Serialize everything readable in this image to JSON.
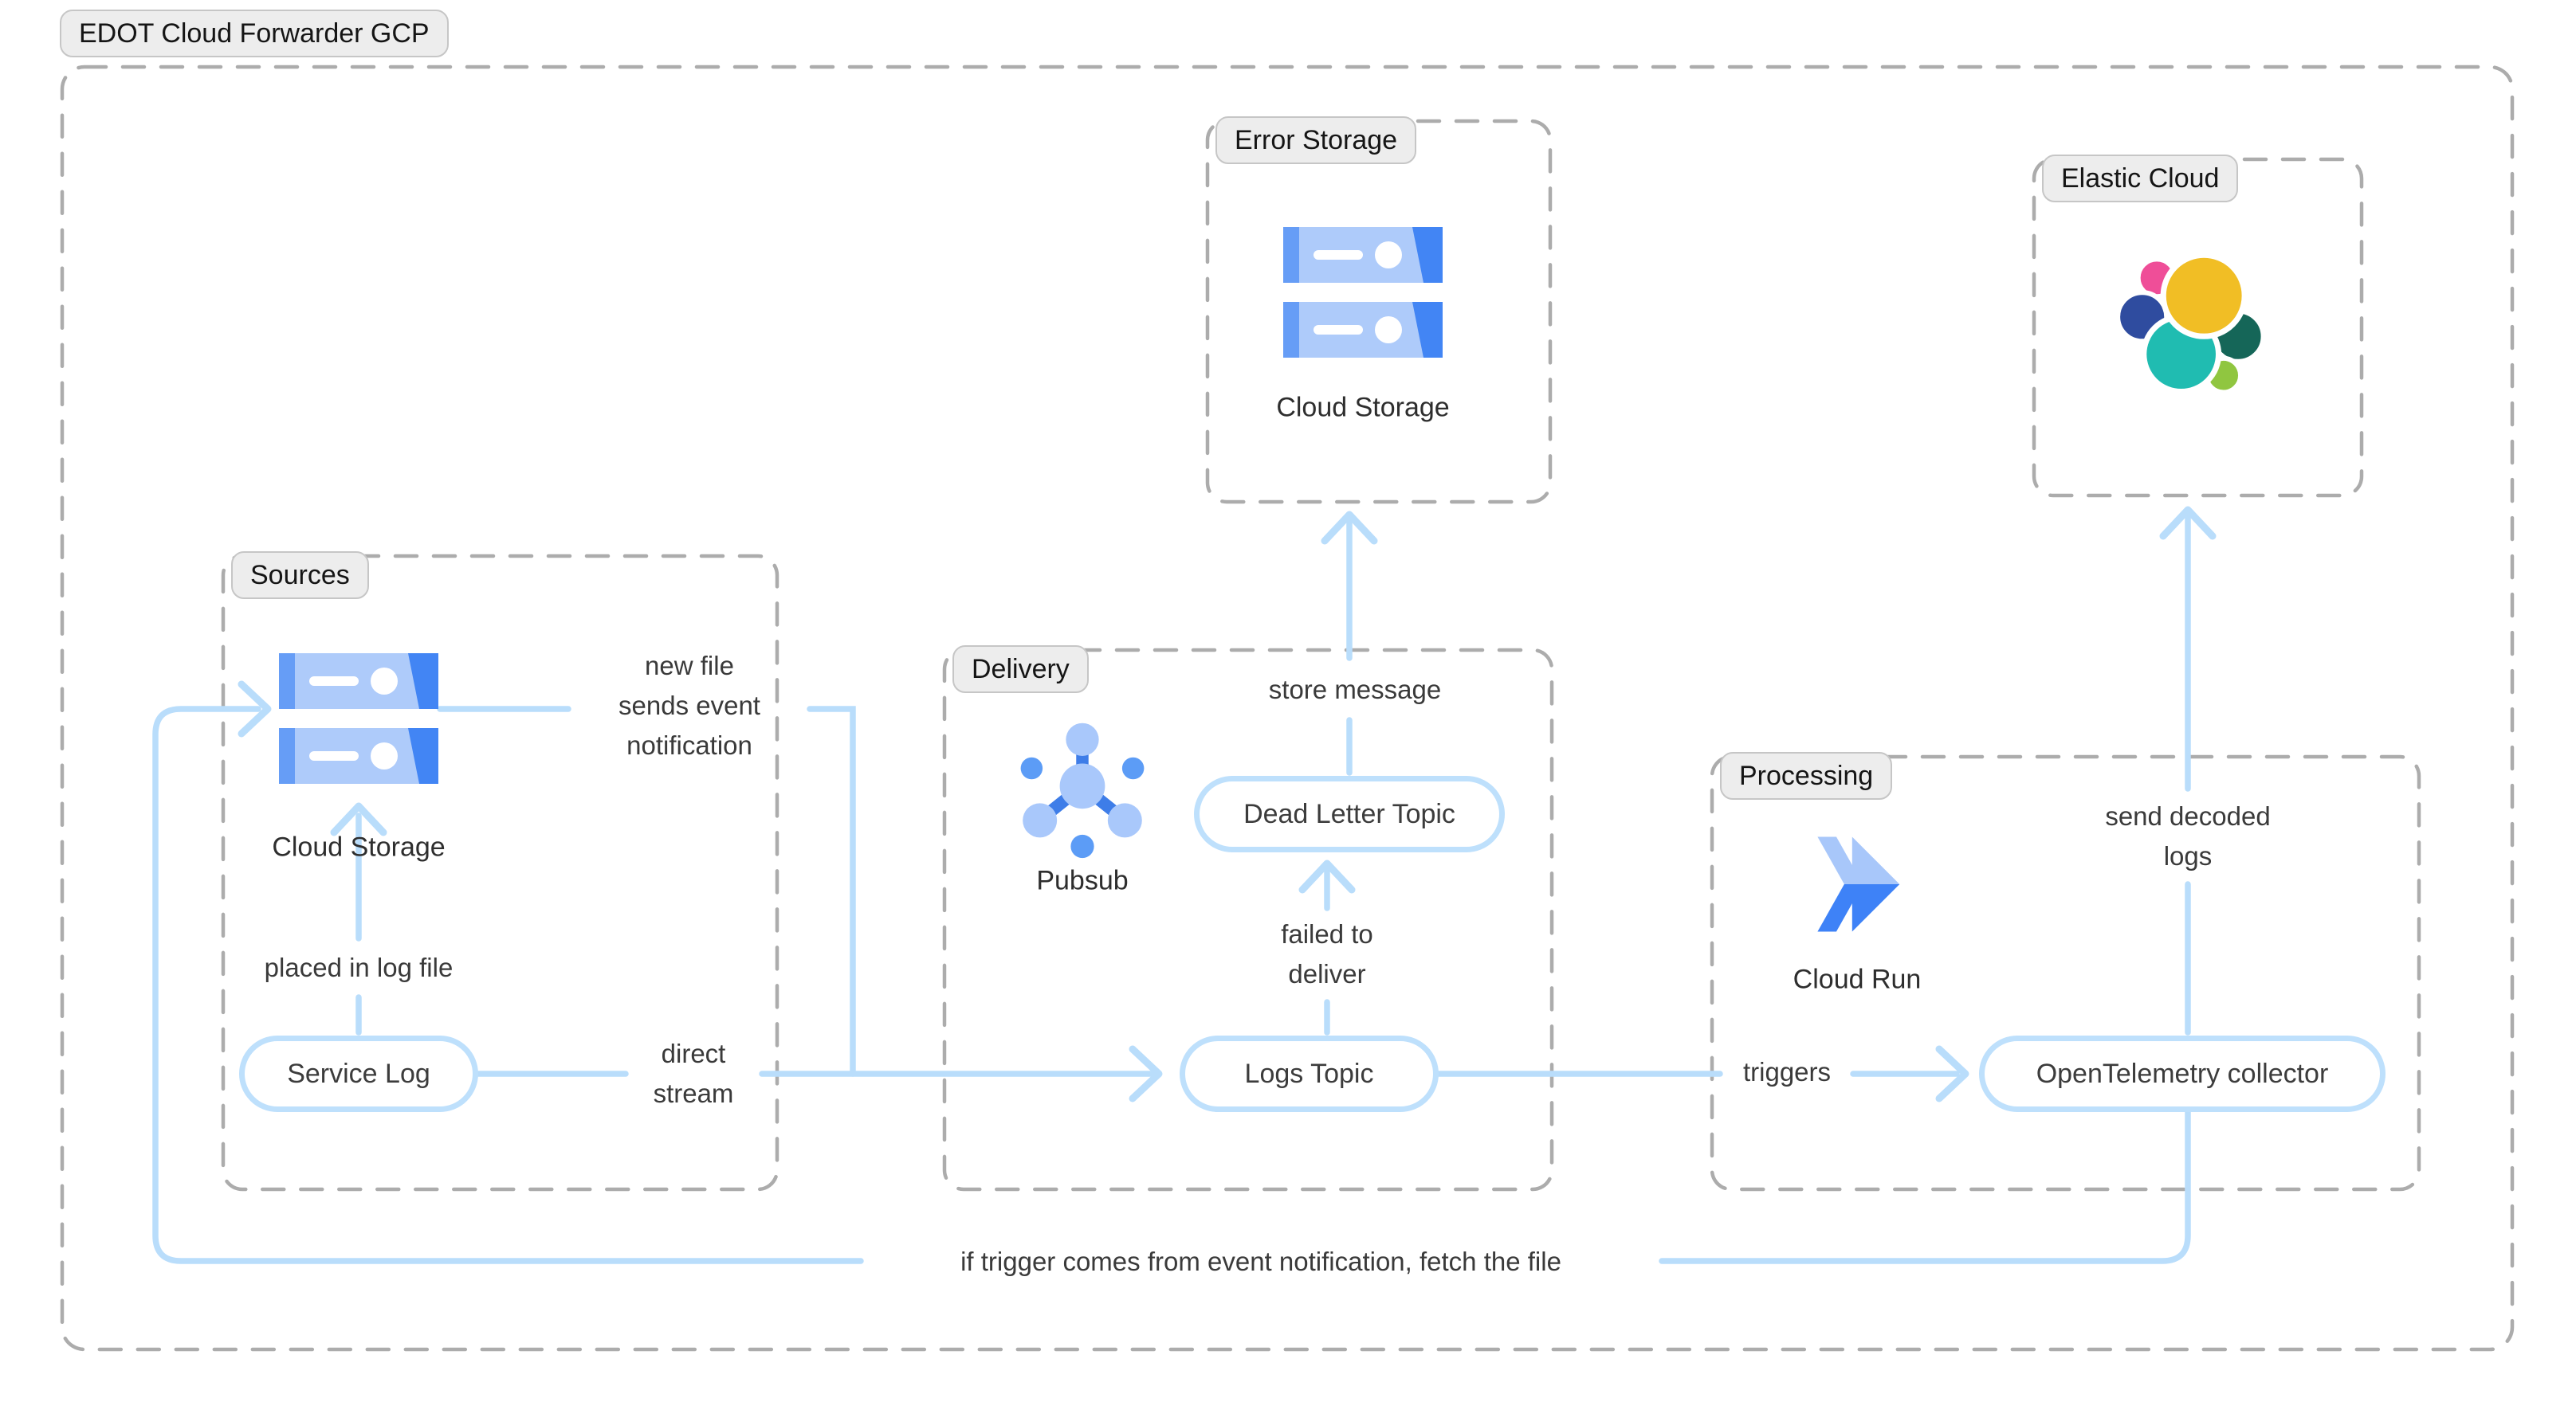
{
  "title": "EDOT Cloud Forwarder GCP",
  "groups": {
    "sources": {
      "label": "Sources"
    },
    "delivery": {
      "label": "Delivery"
    },
    "error_storage": {
      "label": "Error Storage"
    },
    "processing": {
      "label": "Processing"
    },
    "elastic_cloud": {
      "label": "Elastic Cloud"
    }
  },
  "nodes": {
    "service_log": {
      "label": "Service Log"
    },
    "dead_letter_topic": {
      "label": "Dead Letter Topic"
    },
    "logs_topic": {
      "label": "Logs Topic"
    },
    "otel_collector": {
      "label": "OpenTelemetry collector"
    }
  },
  "icons": {
    "cloud_storage_sources": {
      "label": "Cloud Storage"
    },
    "cloud_storage_error": {
      "label": "Cloud Storage"
    },
    "pubsub": {
      "label": "Pubsub"
    },
    "cloud_run": {
      "label": "Cloud Run"
    },
    "elastic_logo": {
      "label": "elastic-logo"
    }
  },
  "edge_labels": {
    "new_file_event": "new file\nsends event\nnotification",
    "placed_in_log": "placed in log file",
    "direct_stream": "direct\nstream",
    "store_message": "store message",
    "failed_to_deliver": "failed to\ndeliver",
    "triggers": "triggers",
    "send_decoded_logs": "send decoded\nlogs",
    "fetch_file": "if trigger comes from event notification, fetch the file"
  },
  "colors": {
    "connector_blue": "#B9DDFB",
    "node_border_blue": "#BEE0FC",
    "dashed_border_gray": "#ACACAC",
    "pill_background": "#EDEDED",
    "pill_border": "#C6C6C6",
    "text_dark": "#3A3A3A",
    "gcp_blue": "#4285F4",
    "gcp_blue_light": "#AECBFA",
    "gcp_blue_mid": "#669DF6",
    "pubsub_spoke_blue": "#3E7DE8",
    "elastic_yellow": "#F1BE25",
    "elastic_pink": "#EF4E98",
    "elastic_navy": "#2F4C9F",
    "elastic_teal": "#20BCB1",
    "elastic_green_dark": "#156658",
    "elastic_green_light": "#90C640"
  }
}
